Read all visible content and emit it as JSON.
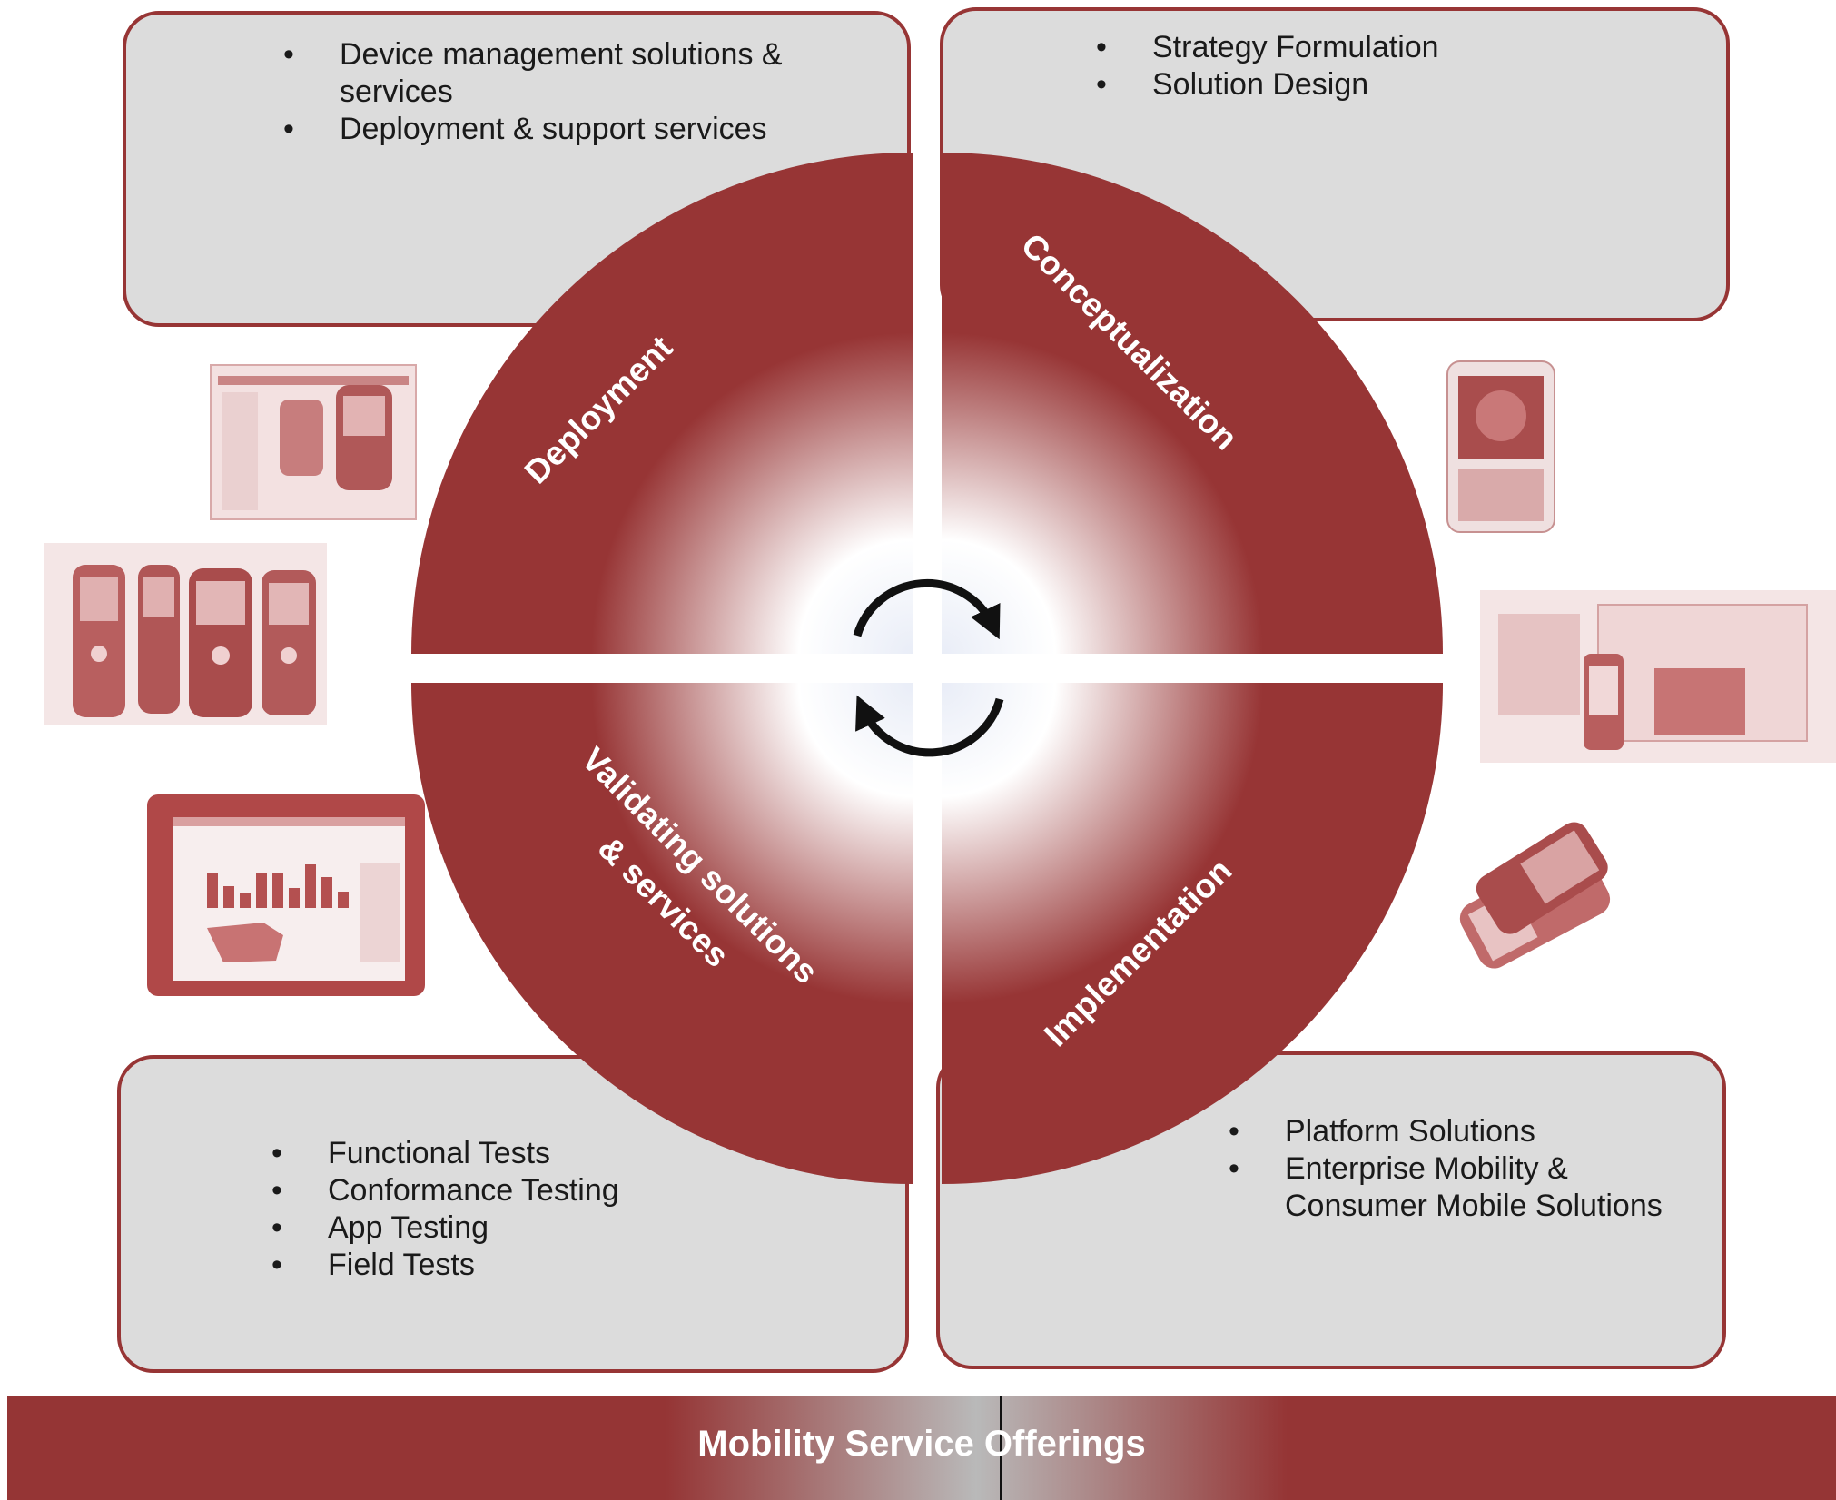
{
  "boxes": {
    "top_left": {
      "items": [
        "Device management solutions & services",
        "Deployment & support services"
      ]
    },
    "top_right": {
      "items": [
        "Strategy Formulation",
        "Solution Design"
      ]
    },
    "bottom_left": {
      "items": [
        "Functional Tests",
        "Conformance Testing",
        "App Testing",
        "Field Tests"
      ]
    },
    "bottom_right": {
      "items": [
        "Platform Solutions",
        "Enterprise Mobility & Consumer Mobile Solutions"
      ]
    }
  },
  "quadrants": {
    "top_left": "Deployment",
    "top_right": "Conceptualization",
    "bottom_left_line1": "Validating solutions",
    "bottom_left_line2": "& services",
    "bottom_right": "Implementation"
  },
  "footer": {
    "title": "Mobility Service Offerings"
  },
  "colors": {
    "accent": "#973535",
    "box_fill": "#dcdcdc"
  },
  "icons": [
    "cycle-arrows-icon",
    "feature-phone-icon",
    "smartphone-icon",
    "tablet-icon",
    "laptop-icon",
    "phone-pair-icon"
  ]
}
